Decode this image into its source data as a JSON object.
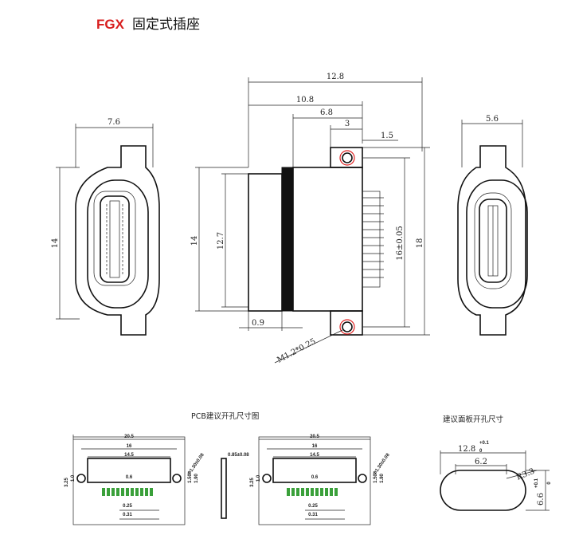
{
  "title": {
    "brand": "FGX",
    "name": "固定式插座"
  },
  "front_view": {
    "width": "7.6",
    "height": "14"
  },
  "side_view": {
    "total": "12.8",
    "body": "10.8",
    "mid": "6.8",
    "short": "3",
    "tab": "1.5",
    "outer_h": "14",
    "inner_h": "12.7",
    "pin_span": "16±0.05",
    "overall_h": "18",
    "flange": "0.9",
    "screw": "M1.2*0.25"
  },
  "rear_view": {
    "width": "5.6"
  },
  "pcb": {
    "caption": "PCB建议开孔尺寸图",
    "w1": "20.5",
    "w2": "16",
    "w3": "14.5",
    "hole": "Φ1.30±0.08",
    "slot": "0.85±0.08",
    "pitch": "0.6",
    "d1": "1.90",
    "d2": "1.50",
    "d3": "0.25",
    "d4": "0.31",
    "h1": "3.25",
    "h2": "1.0"
  },
  "panel": {
    "caption": "建议面板开孔尺寸",
    "w": "12.8",
    "w_tol_up": "+0.1",
    "w_tol_low": "0",
    "inner": "6.2",
    "radius": "R3.3",
    "h": "6.6",
    "h_tol_up": "+0.1",
    "h_tol_low": "0"
  }
}
